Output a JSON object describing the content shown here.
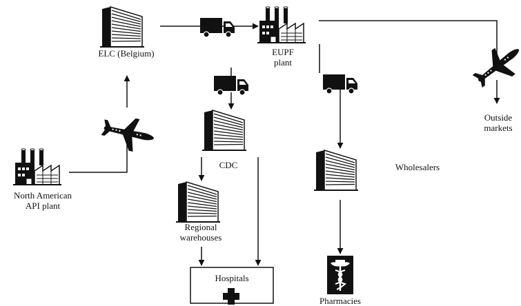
{
  "diagram": {
    "nodes": {
      "elc": {
        "lines": [
          "ELC (Belgium)"
        ],
        "icon": "warehouse-icon"
      },
      "eupf": {
        "lines": [
          "EUPF",
          "plant"
        ],
        "icon": "factory-icon"
      },
      "outside_markets": {
        "lines": [
          "Outside",
          "markets"
        ]
      },
      "cdc": {
        "lines": [
          "CDC"
        ],
        "icon": "warehouse-icon"
      },
      "wholesalers": {
        "lines": [
          "Wholesalers"
        ],
        "icon": "warehouse-icon"
      },
      "north_american_api_plant": {
        "lines": [
          "North American",
          "API plant"
        ],
        "icon": "factory-icon"
      },
      "regional_warehouses": {
        "lines": [
          "Regional",
          "warehouses"
        ],
        "icon": "warehouse-icon"
      },
      "hospitals": {
        "lines": [
          "Hospitals"
        ],
        "icon": "medical-cross-icon"
      },
      "pharmacies": {
        "lines": [
          "Pharmacies"
        ],
        "icon": "caduceus-icon"
      }
    },
    "transport_icons": [
      "truck-icon",
      "truck-icon",
      "truck-icon",
      "airplane-icon",
      "airplane-icon"
    ],
    "colors": {
      "ink": "#111111",
      "background": "#ffffff"
    }
  }
}
